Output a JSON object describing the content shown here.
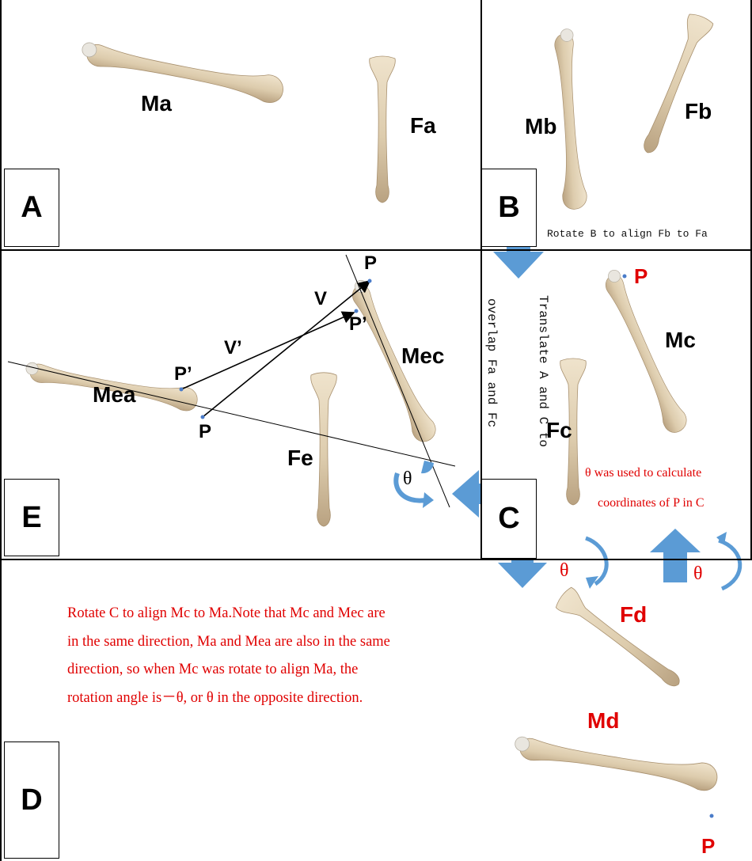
{
  "colors": {
    "bone": "#e2d3b8",
    "bone_shadow": "#b9a281",
    "arrow_blue": "#5b9bd5",
    "red_text": "#e00000",
    "point_blue": "#4a7cc9"
  },
  "panels": {
    "A": {
      "letter": "A",
      "bones": {
        "Ma": "Ma",
        "Fa": "Fa"
      }
    },
    "B": {
      "letter": "B",
      "bones": {
        "Mb": "Mb",
        "Fb": "Fb"
      },
      "caption": "Rotate B to align Fb to Fa"
    },
    "C": {
      "letter": "C",
      "bones": {
        "Mc": "Mc",
        "Fc": "Fc"
      },
      "point": "P",
      "vertical_caption_1": "Translate A and C to",
      "vertical_caption_2": "overlap Fa and Fc",
      "theta_note_1": "θ was used to calculate",
      "theta_note_2": "coordinates of P in C"
    },
    "D": {
      "letter": "D",
      "bones": {
        "Fd": "Fd",
        "Md": "Md"
      },
      "point": "P",
      "theta_left": "θ",
      "theta_right": "θ",
      "paragraph": [
        "Rotate C to align Mc to Ma.Note that Mc and Mec are",
        "in the same direction, Ma and Mea are also in the same",
        "direction,  so when Mc was rotate to align Ma,  the",
        "rotation angle is－θ,  or  θ in the opposite direction."
      ]
    },
    "E": {
      "letter": "E",
      "bones": {
        "Mea": "Mea",
        "Mec": "Mec",
        "Fe": "Fe"
      },
      "labels": {
        "P_top": "P",
        "P_prime_top": "P’",
        "V": "V",
        "V_prime": "V’",
        "P_prime_left": "P’",
        "P_left": "P"
      },
      "theta": "θ"
    }
  }
}
